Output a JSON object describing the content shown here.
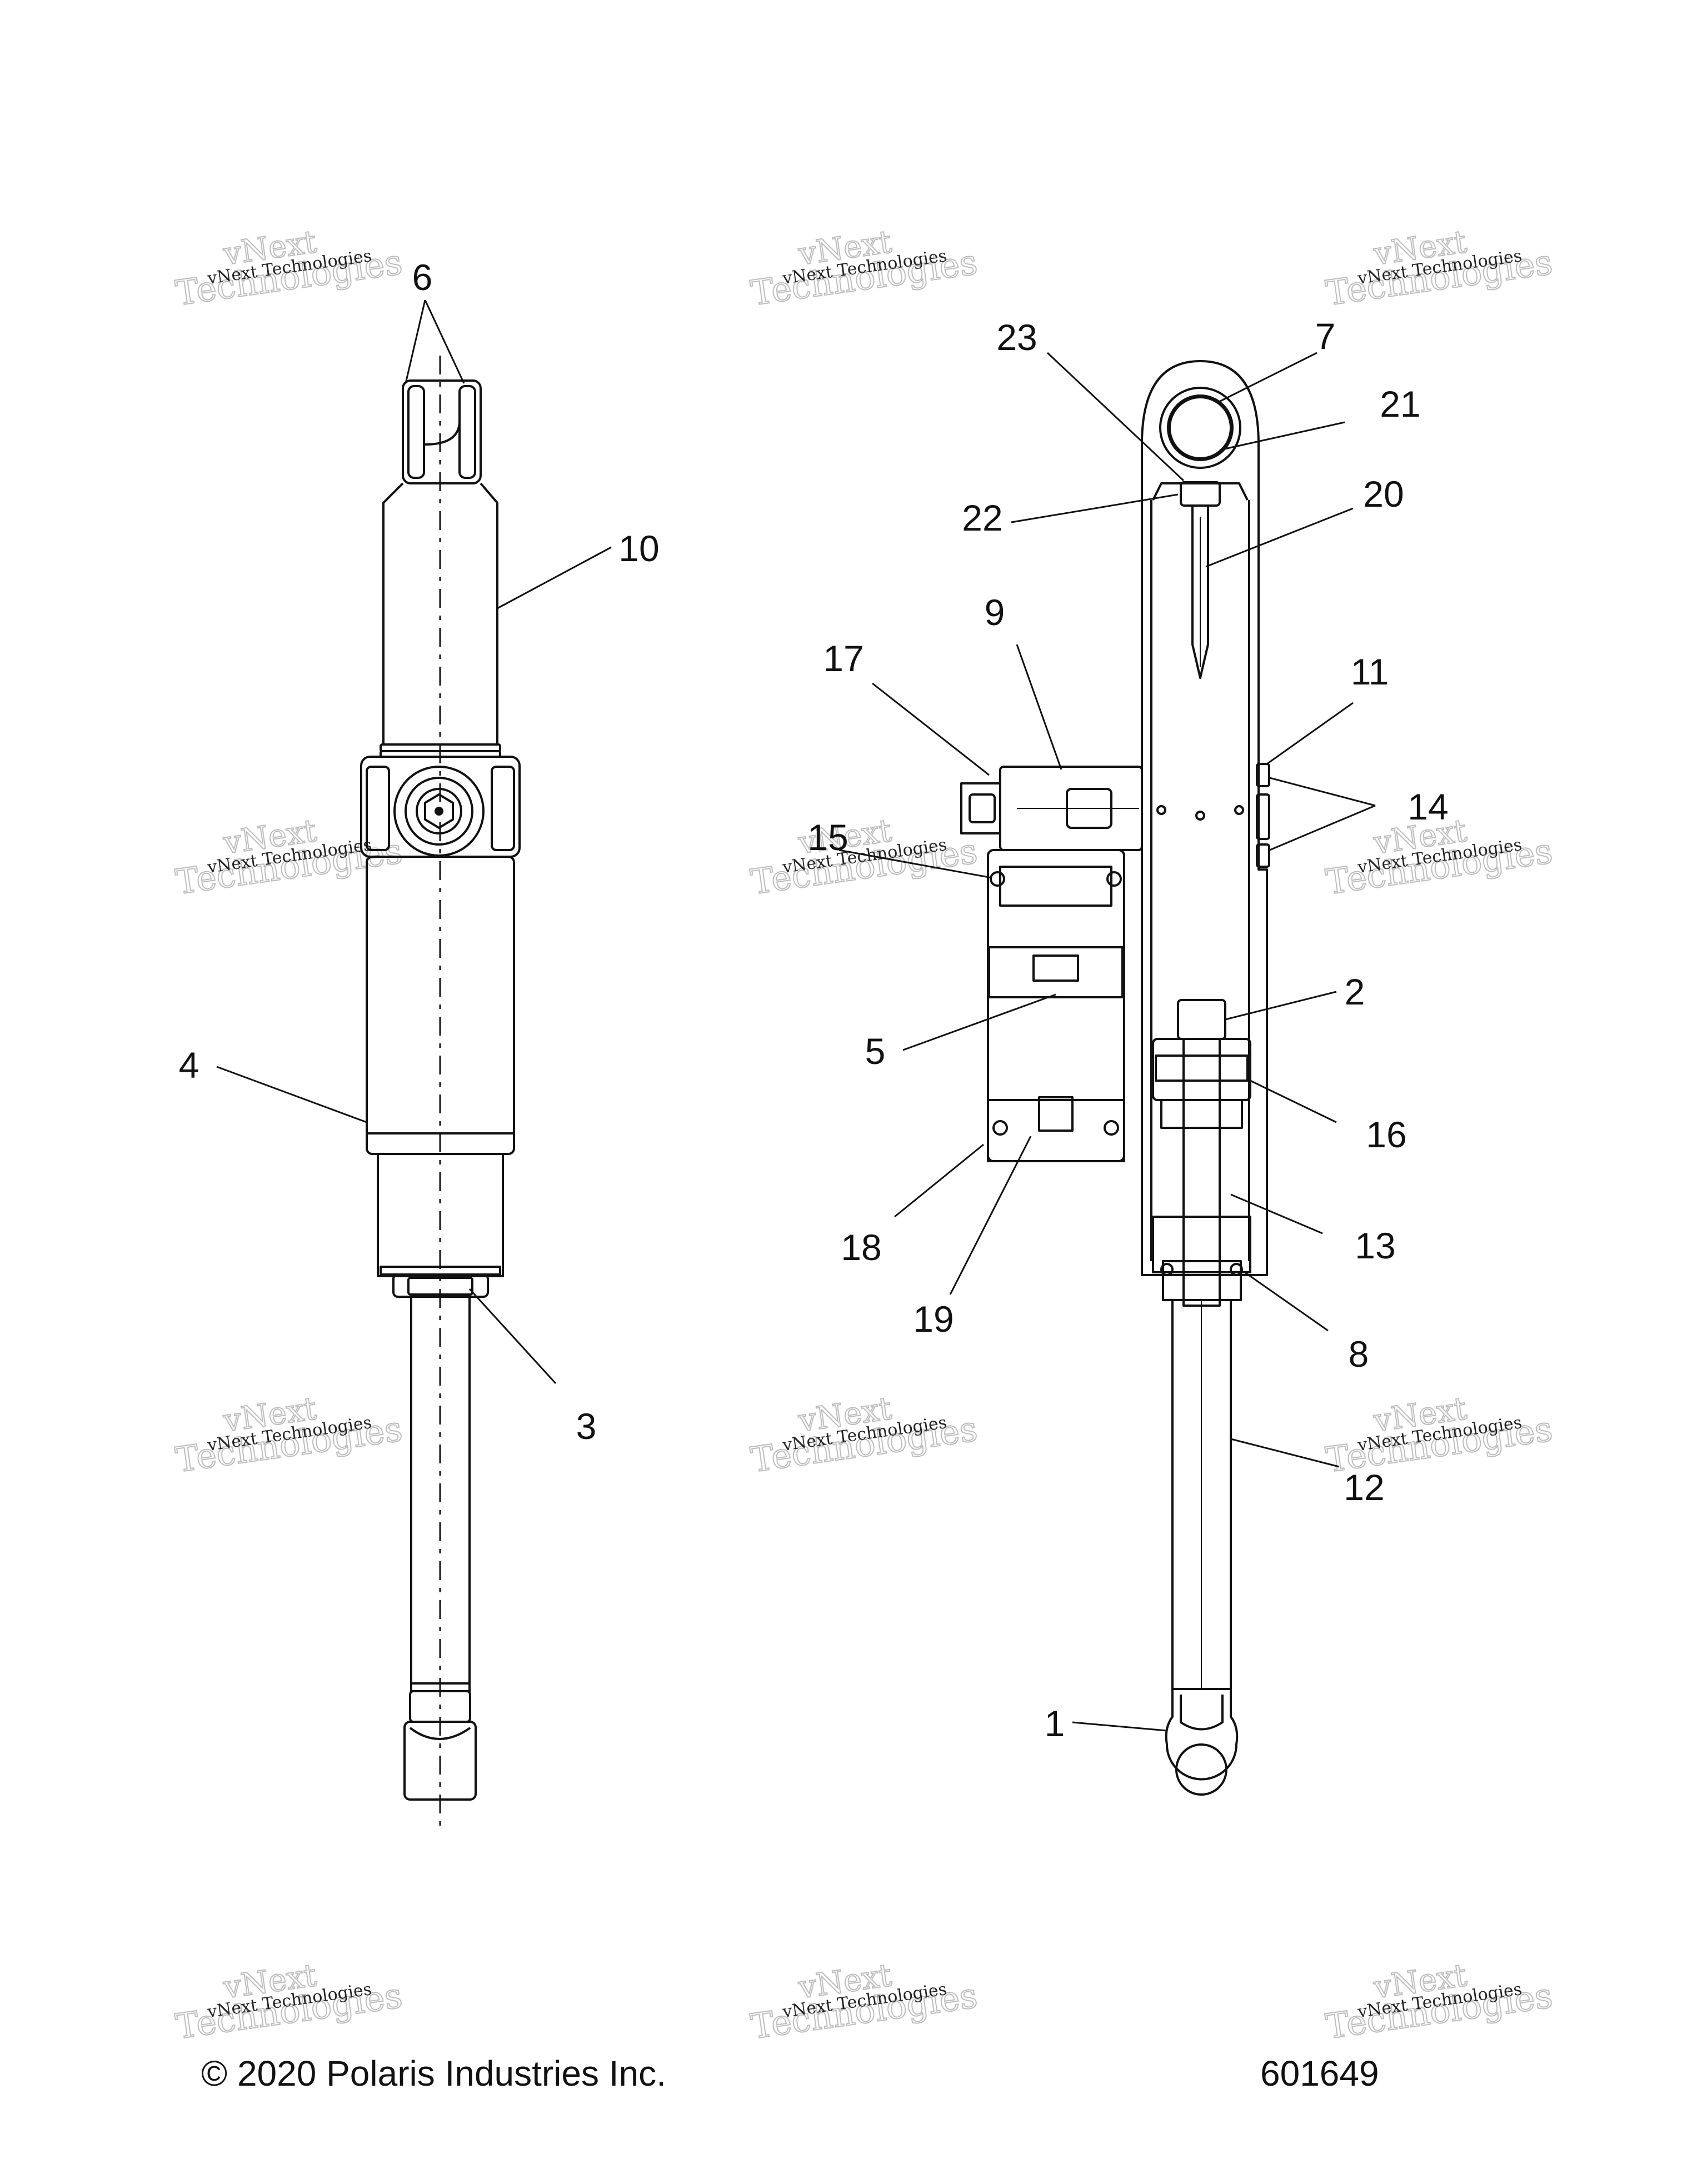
{
  "callouts": [
    "1",
    "2",
    "3",
    "4",
    "5",
    "6",
    "7",
    "8",
    "9",
    "10",
    "11",
    "12",
    "13",
    "14",
    "15",
    "16",
    "17",
    "18",
    "19",
    "20",
    "21",
    "22",
    "23"
  ],
  "watermark": {
    "line1": "vNext Technologies",
    "line2": "Technologies",
    "line3": "vNext"
  },
  "footer": {
    "copyright": "© 2020 Polaris Industries Inc.",
    "drawing_number": "601649"
  }
}
